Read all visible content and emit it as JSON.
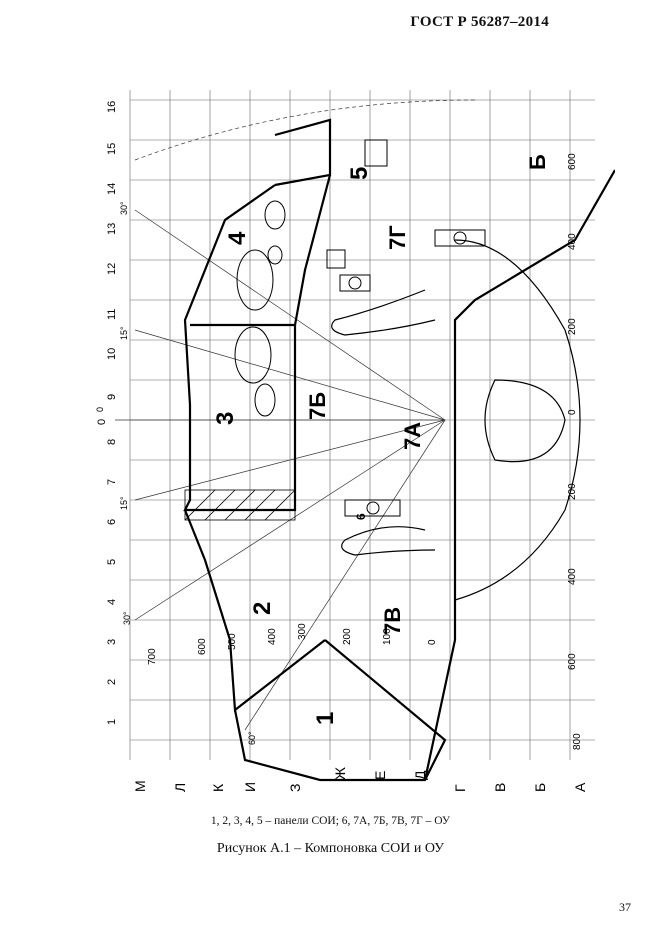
{
  "header": {
    "standard": "ГОСТ Р  56287–2014"
  },
  "figure": {
    "column_labels": [
      "16",
      "15",
      "14",
      "13",
      "12",
      "11",
      "10",
      "9",
      "0",
      "8",
      "7",
      "6",
      "5",
      "4",
      "3",
      "2",
      "1"
    ],
    "row_labels": [
      "М",
      "Л",
      "К",
      "И",
      "З",
      "Ж",
      "Е",
      "Д",
      "Г",
      "В",
      "Б",
      "А"
    ],
    "right_scale": [
      "600",
      "400",
      "200",
      "0",
      "200",
      "400",
      "600",
      "800"
    ],
    "left_scale": [
      "700",
      "600",
      "500",
      "400",
      "300",
      "200",
      "100",
      "0"
    ],
    "angle_labels": [
      "30°",
      "15°",
      "0",
      "15°",
      "30°",
      "60°"
    ],
    "panel_labels": [
      "1",
      "2",
      "3",
      "4",
      "5"
    ],
    "ou_labels": [
      "7А",
      "7Б",
      "7В",
      "7Г",
      "6",
      "Б"
    ]
  },
  "legend": "1, 2, 3, 4, 5 – панели СОИ;  6, 7А, 7Б, 7В, 7Г –  ОУ",
  "caption": "Рисунок А.1 – Компоновка СОИ и ОУ",
  "page_number": "37"
}
